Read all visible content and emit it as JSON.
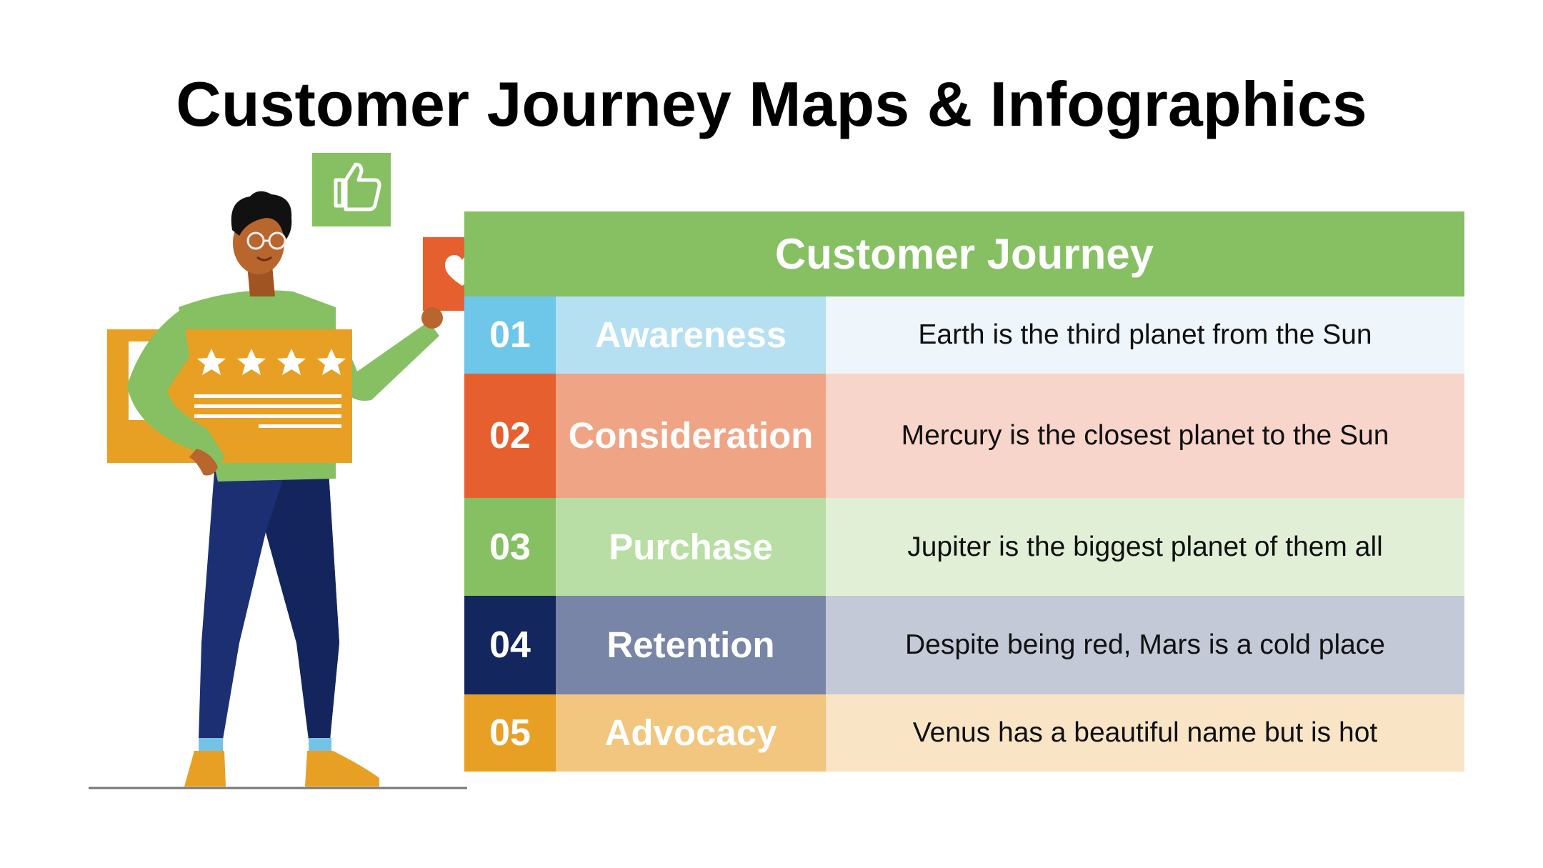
{
  "page": {
    "title": "Customer Journey Maps & Infographics"
  },
  "table": {
    "header": "Customer Journey",
    "header_color": "#86c062",
    "rows": [
      {
        "number": "01",
        "stage": "Awareness",
        "description": "Earth is the third planet from the Sun",
        "num_color": "#6ec6e8",
        "stage_color": "#b4e0f2",
        "desc_color": "#eef5fb"
      },
      {
        "number": "02",
        "stage": "Consideration",
        "description": "Mercury is the closest planet to the Sun",
        "num_color": "#e6602f",
        "stage_color": "#f0a486",
        "desc_color": "#f8d5ca"
      },
      {
        "number": "03",
        "stage": "Purchase",
        "description": "Jupiter is the biggest planet of them all",
        "num_color": "#86c062",
        "stage_color": "#b9dea5",
        "desc_color": "#e0efd6"
      },
      {
        "number": "04",
        "stage": "Retention",
        "description": "Despite being red, Mars is a cold place",
        "num_color": "#13275e",
        "stage_color": "#7885a6",
        "desc_color": "#c4c9d8"
      },
      {
        "number": "05",
        "stage": "Advocacy",
        "description": "Venus has a beautiful name but is hot",
        "num_color": "#e8a024",
        "stage_color": "#f2c67e",
        "desc_color": "#f9e5c5"
      }
    ]
  },
  "illustration": {
    "icons": [
      "thumbs-up-icon",
      "heart-icon",
      "star-icon"
    ],
    "colors": {
      "green": "#86c062",
      "orange": "#e8a024",
      "red": "#e6602f",
      "navy": "#1b2f72",
      "skin": "#b8652e"
    }
  }
}
